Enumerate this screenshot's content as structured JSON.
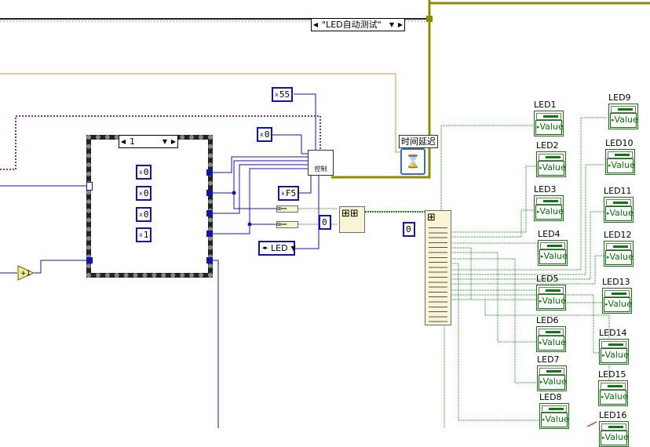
{
  "case_selector_top": "\"LED自动测试\"",
  "inner_case_selector": "1",
  "constants": {
    "c55": "55",
    "c0_top": "0",
    "cF5": "F5",
    "c0_mid": "0",
    "c0_right": "0",
    "inner": [
      "0",
      "0",
      "0",
      "1"
    ]
  },
  "hex_prefix": "x",
  "enum_led": "LED",
  "control_node_label": "控制",
  "time_delay_label": "时间延迟",
  "led_indicators": [
    {
      "label": "LED1",
      "value": "Value"
    },
    {
      "label": "LED2",
      "value": "Value"
    },
    {
      "label": "LED3",
      "value": "Value"
    },
    {
      "label": "LED4",
      "value": "Value"
    },
    {
      "label": "LED5",
      "value": "Value"
    },
    {
      "label": "LED6",
      "value": "Value"
    },
    {
      "label": "LED7",
      "value": "Value"
    },
    {
      "label": "LED8",
      "value": "Value"
    },
    {
      "label": "LED9",
      "value": "Value"
    },
    {
      "label": "LED10",
      "value": "Value"
    },
    {
      "label": "LED11",
      "value": "Value"
    },
    {
      "label": "LED12",
      "value": "Value"
    },
    {
      "label": "LED13",
      "value": "Value"
    },
    {
      "label": "LED14",
      "value": "Value"
    },
    {
      "label": "LED15",
      "value": "Value"
    },
    {
      "label": "LED16",
      "value": "Value"
    }
  ],
  "colors": {
    "wire_blue": "#1414a8",
    "wire_green": "#1e7d1e",
    "wire_orange": "#d4924a",
    "wire_purple": "#8a2f8a",
    "frame_olive": "#8c8c00"
  }
}
